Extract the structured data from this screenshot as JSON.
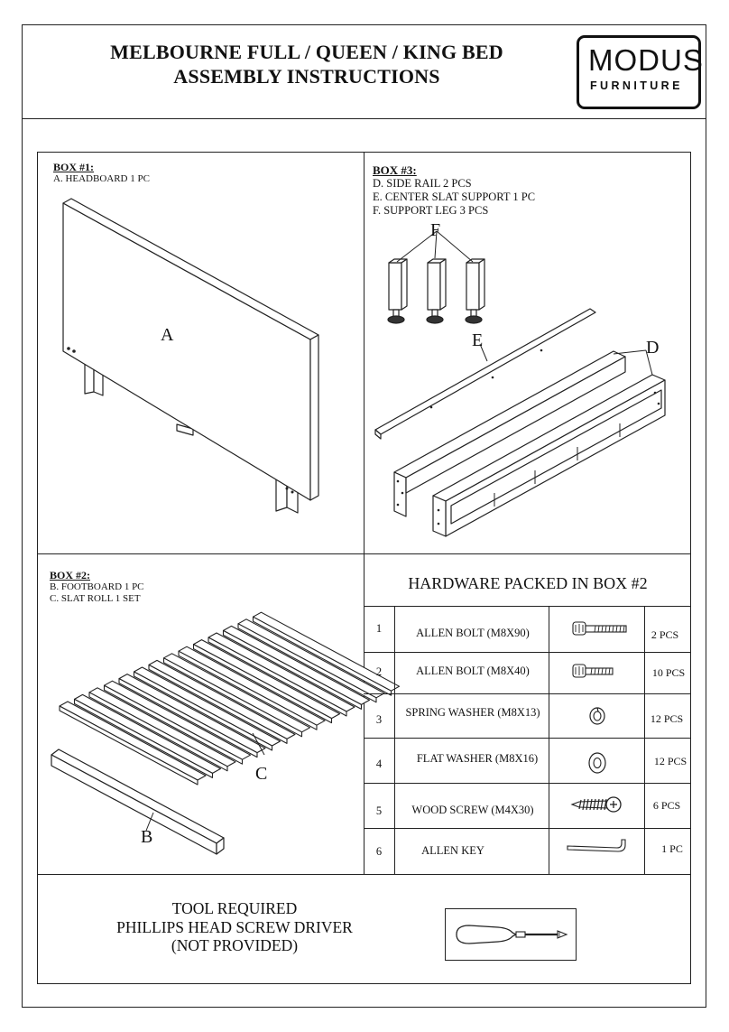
{
  "header": {
    "title_line1": "MELBOURNE FULL / QUEEN / KING BED",
    "title_line2": "ASSEMBLY INSTRUCTIONS",
    "logo_main": "MODUS",
    "logo_sub": "FURNITURE"
  },
  "box1": {
    "title": "BOX #1:",
    "lines": [
      "A. HEADBOARD 1 PC"
    ],
    "labels": [
      "A"
    ]
  },
  "box3": {
    "title": "BOX #3:",
    "lines": [
      "D. SIDE RAIL 2 PCS",
      "E.  CENTER SLAT SUPPORT 1 PC",
      "F. SUPPORT LEG 3 PCS"
    ],
    "labels": [
      "F",
      "E",
      "D"
    ]
  },
  "box2": {
    "title": "BOX #2:",
    "lines": [
      "B. FOOTBOARD 1 PC",
      "C. SLAT ROLL 1 SET"
    ],
    "labels": [
      "C",
      "B"
    ]
  },
  "hardware": {
    "title": "HARDWARE PACKED IN BOX #2",
    "rows": [
      {
        "num": "1",
        "name": "ALLEN BOLT (M8X90)",
        "icon": "allen-bolt-long-icon",
        "qty": "2 PCS"
      },
      {
        "num": "2",
        "name": "ALLEN BOLT (M8X40)",
        "icon": "allen-bolt-short-icon",
        "qty": "10 PCS"
      },
      {
        "num": "3",
        "name": "SPRING WASHER (M8X13)",
        "icon": "spring-washer-icon",
        "qty": "12 PCS"
      },
      {
        "num": "4",
        "name": "FLAT WASHER (M8X16)",
        "icon": "flat-washer-icon",
        "qty": "12 PCS"
      },
      {
        "num": "5",
        "name": "WOOD SCREW (M4X30)",
        "icon": "wood-screw-icon",
        "qty": "6 PCS"
      },
      {
        "num": "6",
        "name": "ALLEN KEY",
        "icon": "allen-key-icon",
        "qty": "1 PC"
      }
    ]
  },
  "tool": {
    "line1": "TOOL REQUIRED",
    "line2": "PHILLIPS HEAD SCREW DRIVER",
    "line3": "(NOT PROVIDED)",
    "icon": "screwdriver-icon"
  }
}
